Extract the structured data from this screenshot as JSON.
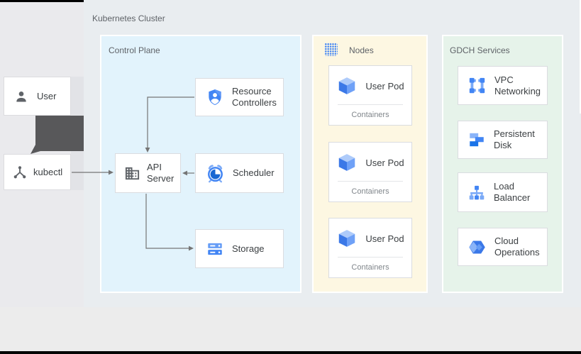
{
  "cluster": {
    "label": "Kubernetes Cluster"
  },
  "actors": {
    "user": {
      "label": "User"
    },
    "kubectl": {
      "label": "kubectl"
    }
  },
  "control_plane": {
    "label": "Control Plane",
    "resource_controllers": {
      "line1": "Resource",
      "line2": "Controllers"
    },
    "api_server": {
      "line1": "API",
      "line2": "Server"
    },
    "scheduler": {
      "label": "Scheduler"
    },
    "storage": {
      "label": "Storage"
    }
  },
  "nodes": {
    "label": "Nodes",
    "pods": [
      {
        "label": "User Pod",
        "sublabel": "Containers"
      },
      {
        "label": "User Pod",
        "sublabel": "Containers"
      },
      {
        "label": "User Pod",
        "sublabel": "Containers"
      }
    ]
  },
  "gdch": {
    "label": "GDCH Services",
    "services": [
      {
        "line1": "VPC",
        "line2": "Networking"
      },
      {
        "line1": "Persistent",
        "line2": "Disk"
      },
      {
        "line1": "Load",
        "line2": "Balancer"
      },
      {
        "line1": "Cloud",
        "line2": "Operations"
      }
    ]
  },
  "colors": {
    "panel_control_plane": "#e2f3fc",
    "panel_nodes": "#fdf7e2",
    "panel_gdch": "#e6f3ea",
    "accent_blue": "#4285f4",
    "light_blue": "#7baaf7",
    "icon_gray": "#5f6368",
    "arrow_gray": "#757575",
    "thick_arrow": "#58585a"
  }
}
